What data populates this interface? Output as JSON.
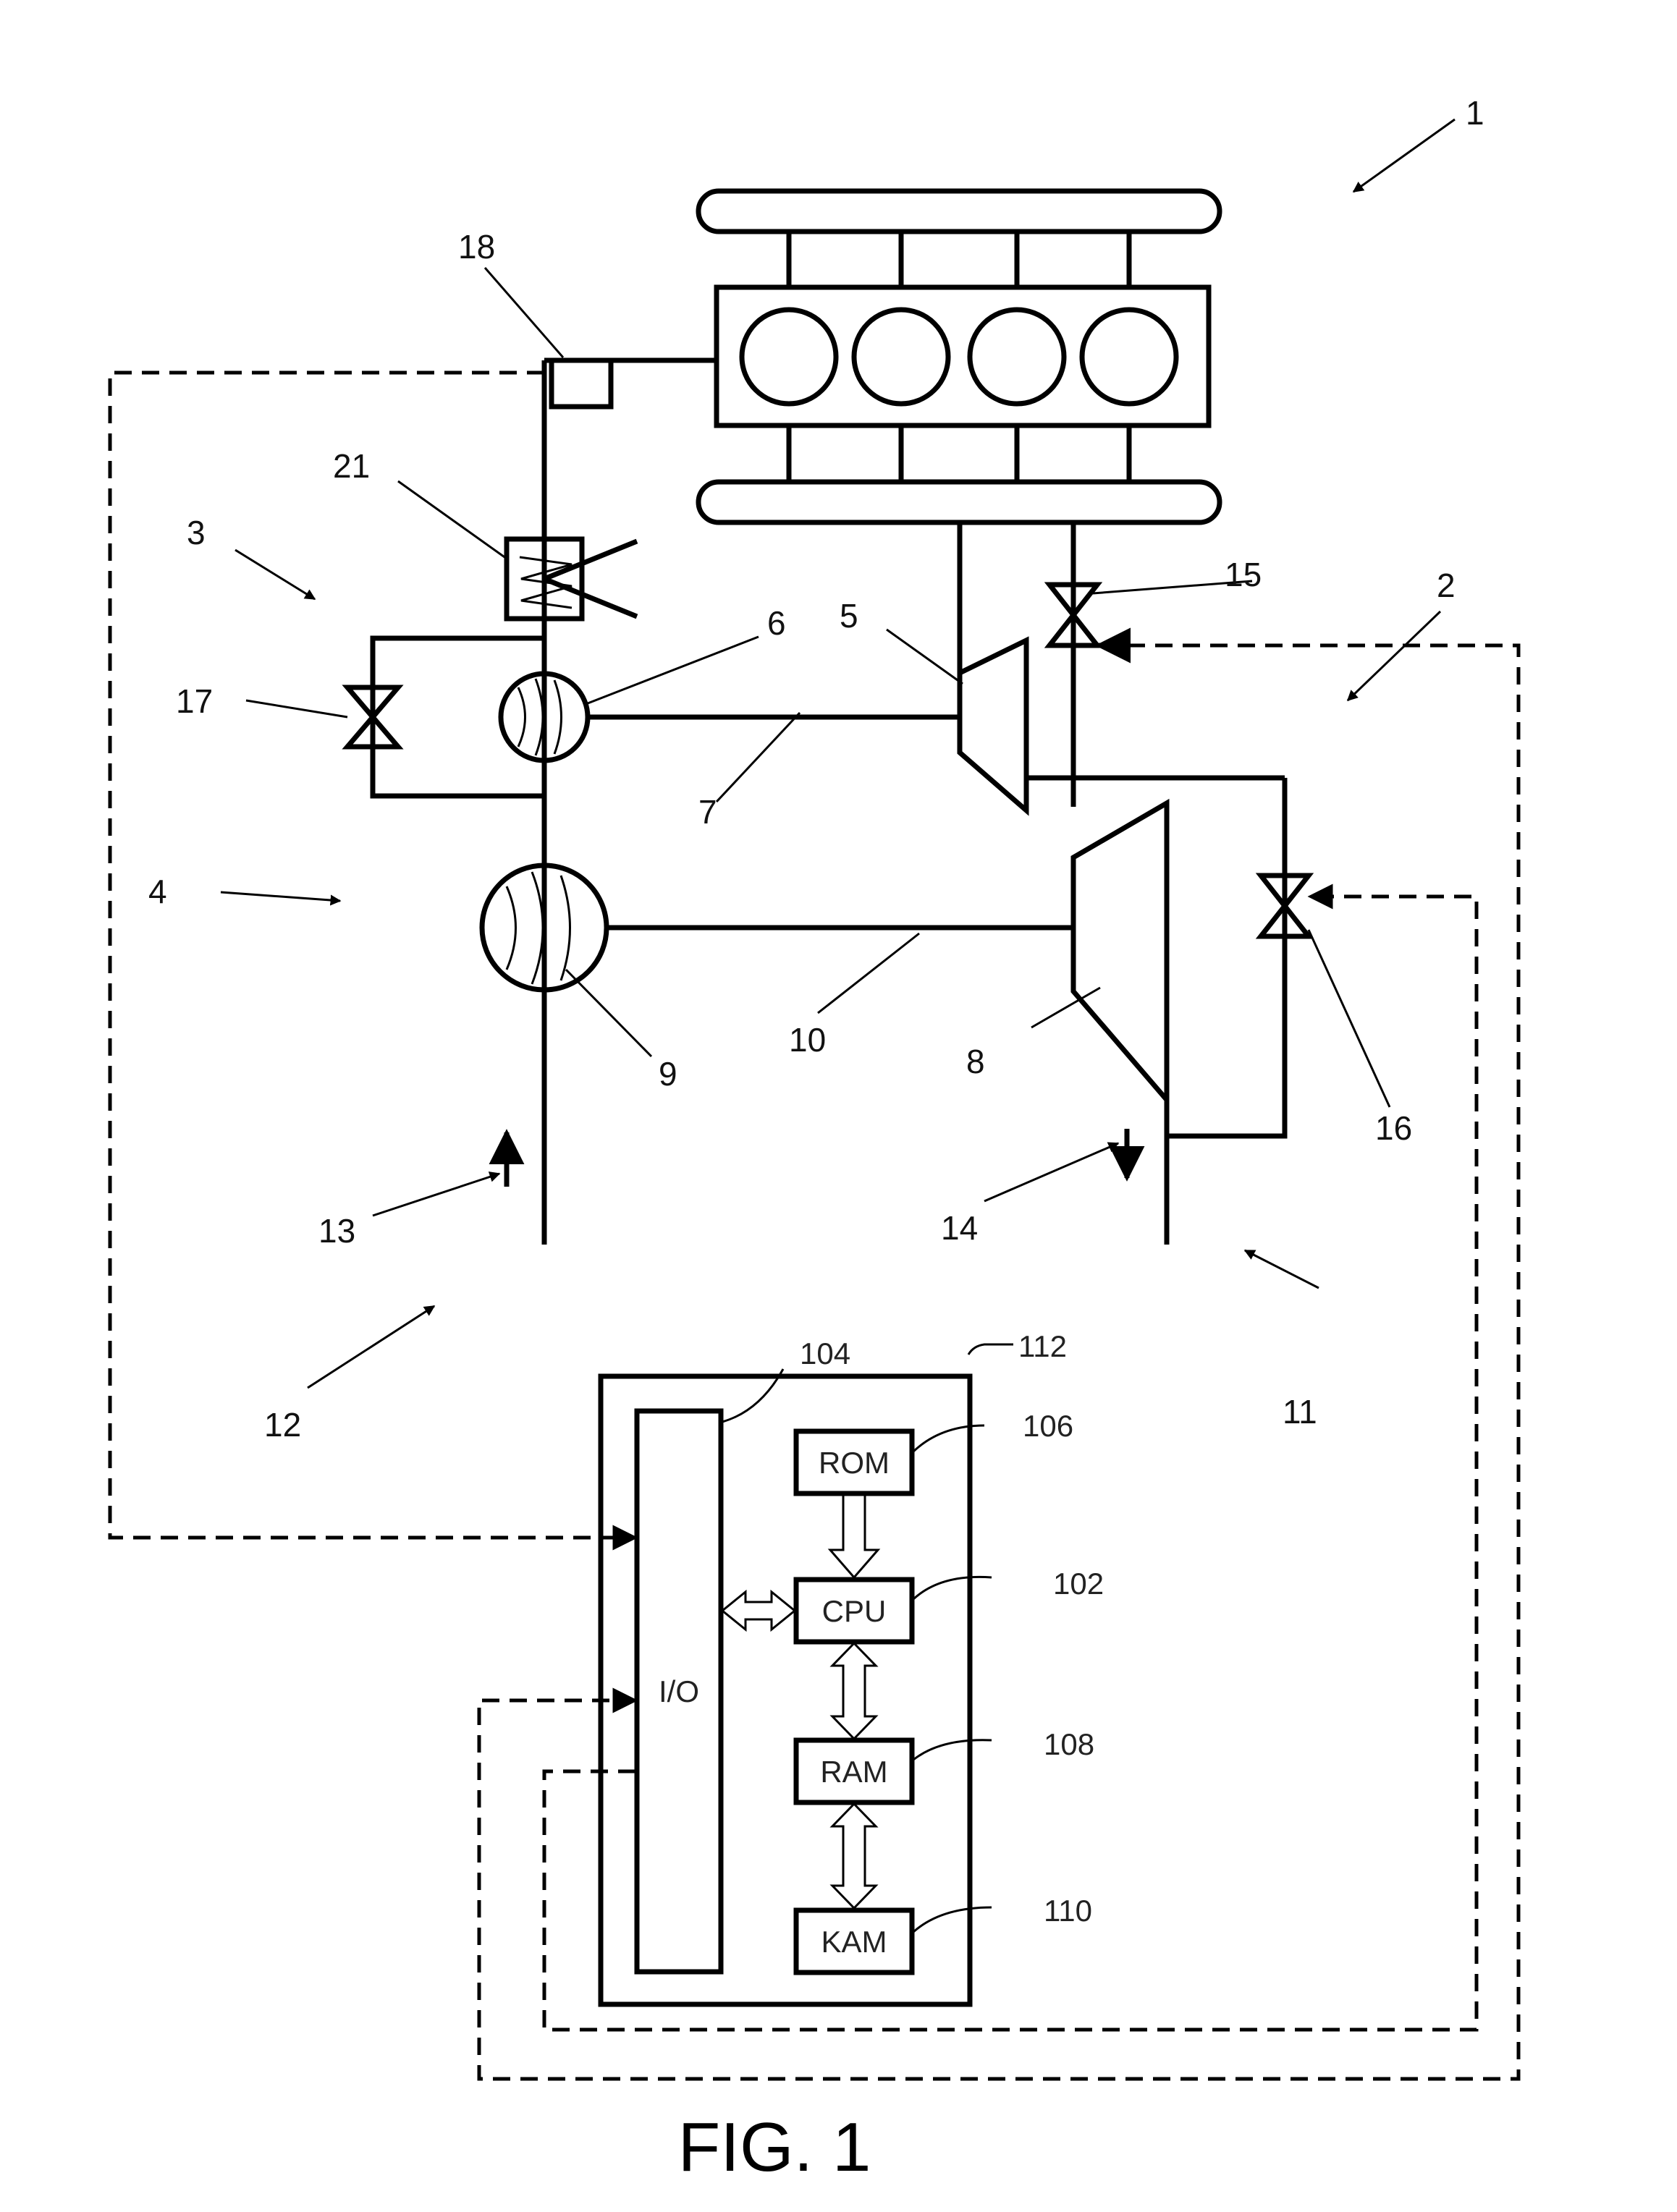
{
  "figure": {
    "caption": "FIG. 1"
  },
  "labels": {
    "l1": "1",
    "l2": "2",
    "l3": "3",
    "l4": "4",
    "l5": "5",
    "l6": "6",
    "l7": "7",
    "l8": "8",
    "l9": "9",
    "l10": "10",
    "l11": "11",
    "l12": "12",
    "l13": "13",
    "l14": "14",
    "l15": "15",
    "l16": "16",
    "l17": "17",
    "l18": "18",
    "l21": "21",
    "l102": "102",
    "l104": "104",
    "l106": "106",
    "l108": "108",
    "l110": "110",
    "l112": "112"
  },
  "controller": {
    "io": "I/O",
    "rom": "ROM",
    "cpu": "CPU",
    "ram": "RAM",
    "kam": "KAM"
  }
}
